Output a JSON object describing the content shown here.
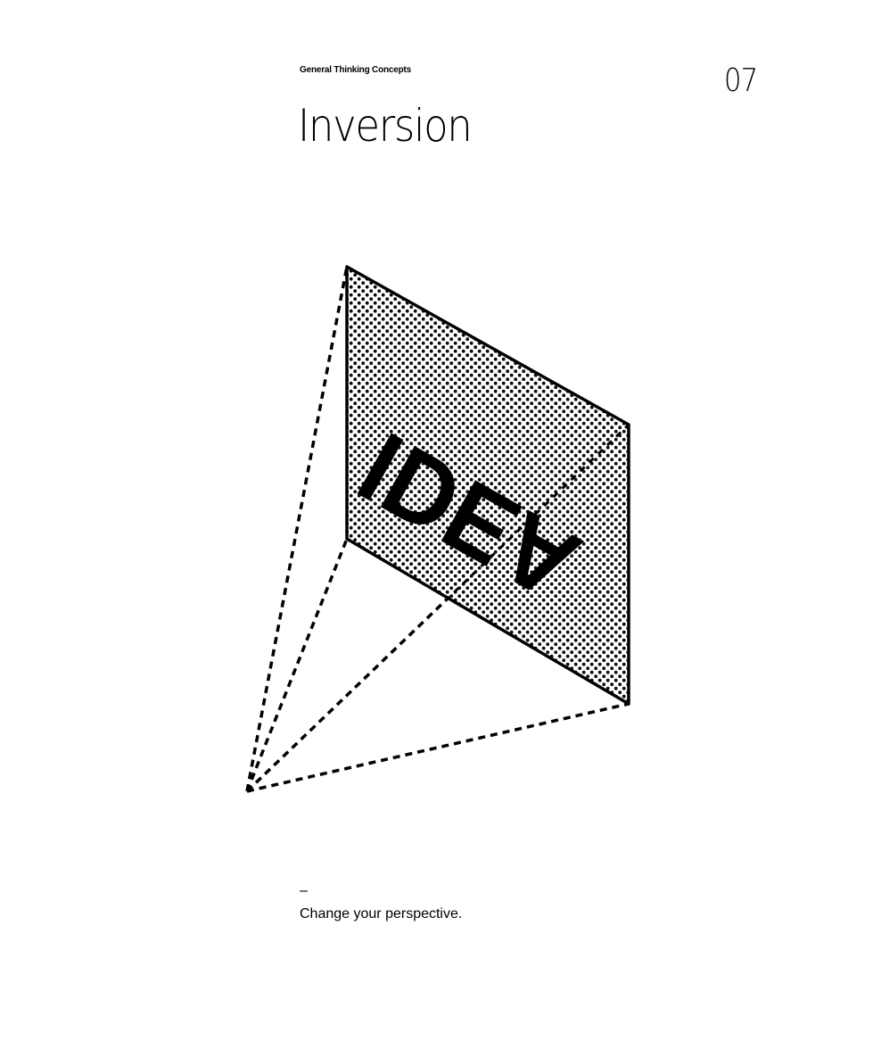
{
  "header": {
    "section_label": "General Thinking Concepts",
    "page_number": "07"
  },
  "title": "Inversion",
  "illustration": {
    "panel_text": "IDEA",
    "panel_text_mirrored": true,
    "panel_pattern": "dots"
  },
  "footer": {
    "dash": "–",
    "caption": "Change your perspective."
  }
}
